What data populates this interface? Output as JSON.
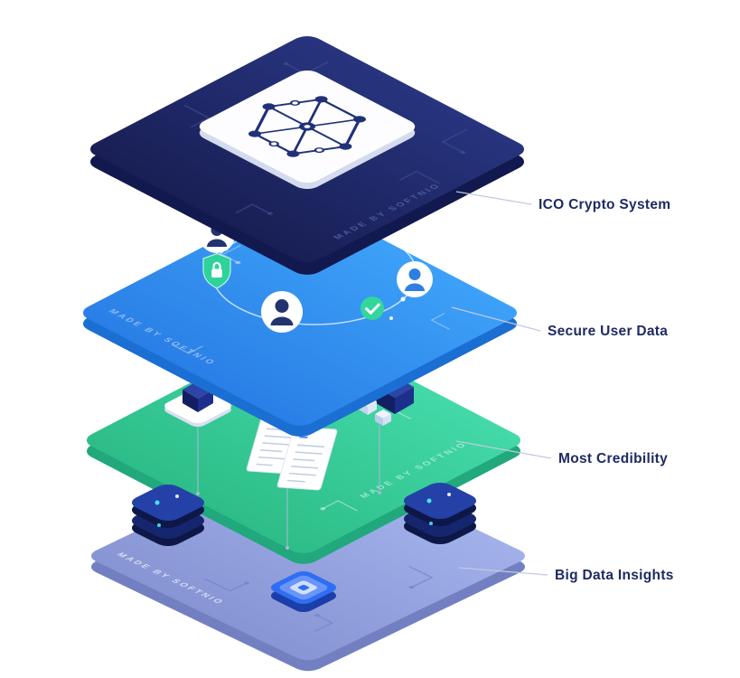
{
  "diagram": {
    "watermark": "MADE BY SOFTNIO",
    "label_color": "#1e2a63",
    "leader_line_color": "#c2cadf",
    "layers": [
      {
        "id": "ico-crypto-system",
        "label": "ICO Crypto System",
        "top_color": "#202c74",
        "side_color": "#12194e"
      },
      {
        "id": "secure-user-data",
        "label": "Secure User Data",
        "top_color": "#3394f4",
        "side_color": "#1b6ed2"
      },
      {
        "id": "most-credibility",
        "label": "Most Credibility",
        "top_color": "#39cf9b",
        "side_color": "#21a87c"
      },
      {
        "id": "big-data-insights",
        "label": "Big Data Insights",
        "top_color": "#97a5e2",
        "side_color": "#7280c2"
      }
    ],
    "icons": {
      "top_layer": "blockchain-network-icon",
      "security": [
        "shield-lock-icon",
        "user-avatar-icon",
        "check-icon"
      ],
      "credibility": [
        "cube-icon",
        "document-icon"
      ],
      "big_data": [
        "server-stack-icon",
        "chip-icon"
      ]
    }
  }
}
